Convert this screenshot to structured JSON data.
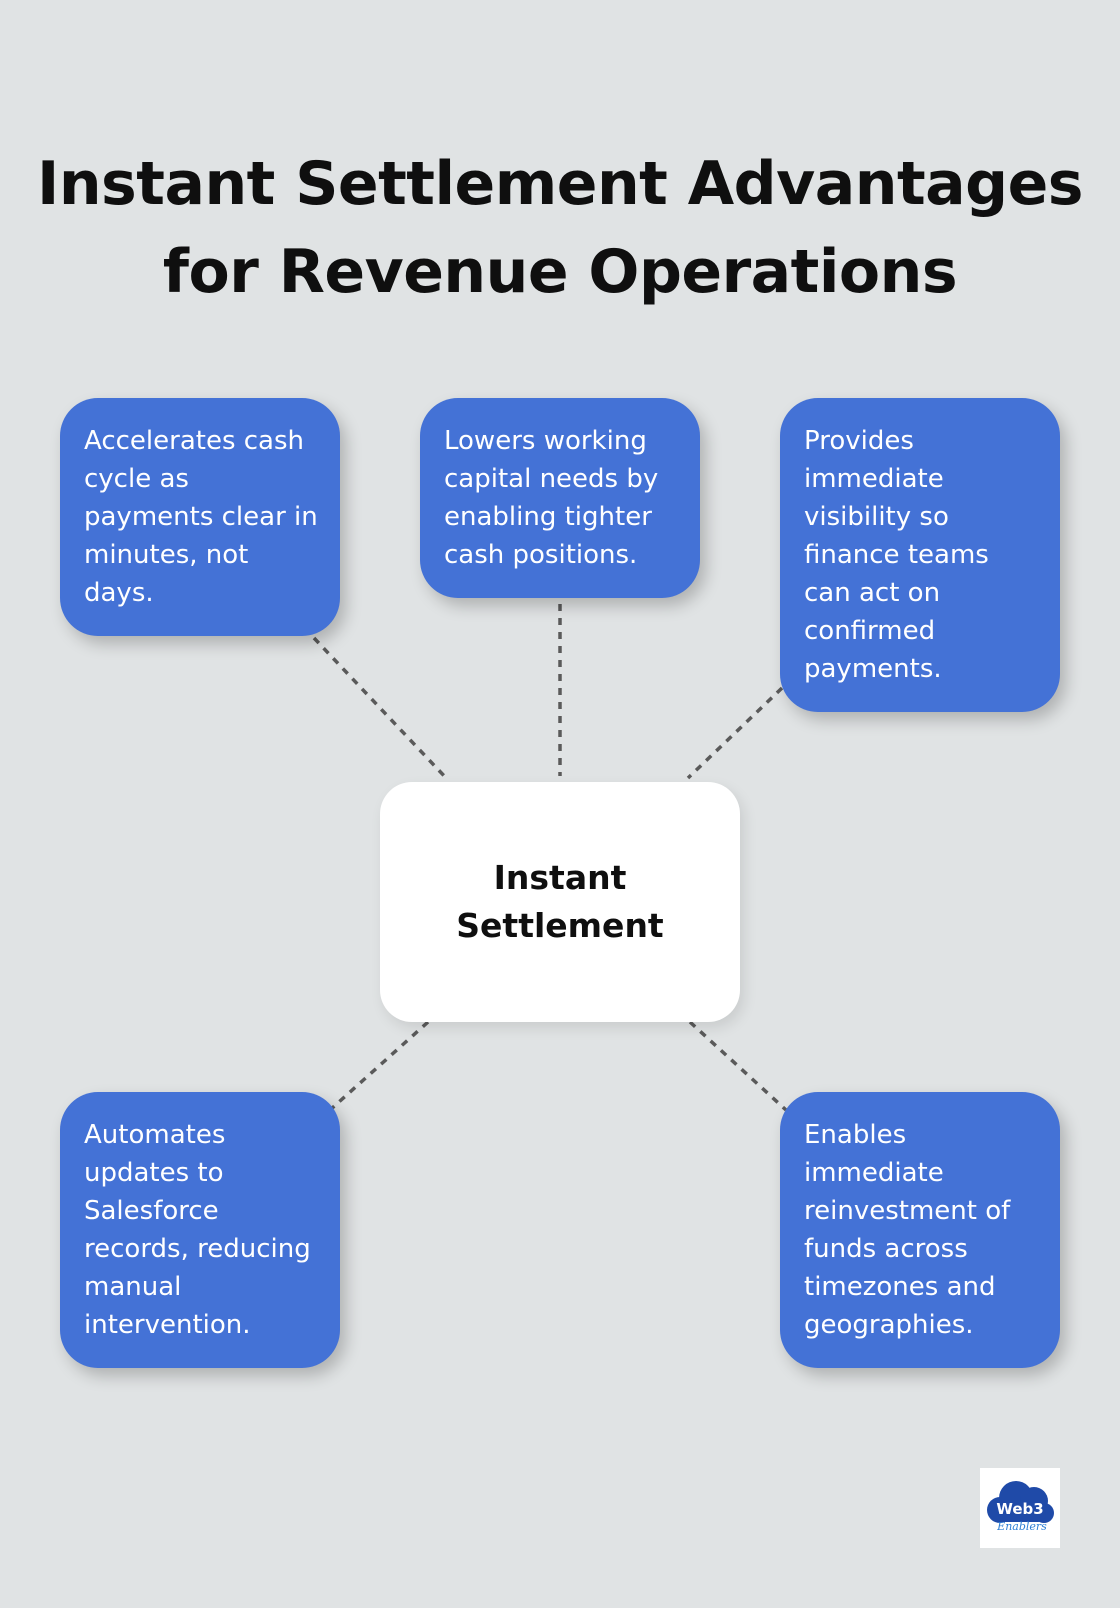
{
  "title": {
    "line1": "Instant Settlement Advantages",
    "line2": "for Revenue Operations"
  },
  "center": {
    "label": "Instant Settlement"
  },
  "cards": {
    "top_left": "Accelerates cash cycle as payments clear in minutes, not days.",
    "top_center": "Lowers working capital needs by enabling tighter cash positions.",
    "top_right": "Provides immediate visibility so finance teams can act on confirmed payments.",
    "bottom_left": "Automates updates to Salesforce records, reducing manual intervention.",
    "bottom_right": "Enables immediate reinvestment of funds across timezones and geographies."
  },
  "logo": {
    "primary": "Web3",
    "secondary": "Enablers"
  },
  "colors": {
    "background": "#e0e3e4",
    "card": "#4472d6",
    "center_box": "#ffffff",
    "connector": "#5a5a5a",
    "title_text": "#0f0f0f"
  }
}
